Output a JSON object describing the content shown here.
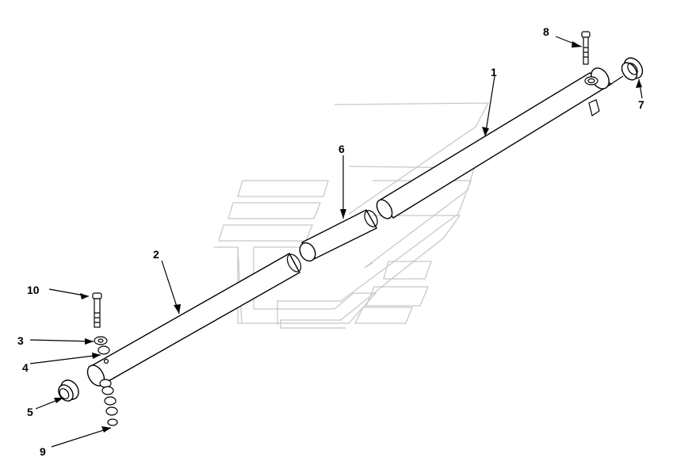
{
  "callouts": [
    {
      "id": "1",
      "label": "1"
    },
    {
      "id": "2",
      "label": "2"
    },
    {
      "id": "3",
      "label": "3"
    },
    {
      "id": "4",
      "label": "4"
    },
    {
      "id": "5",
      "label": "5"
    },
    {
      "id": "6",
      "label": "6"
    },
    {
      "id": "7",
      "label": "7"
    },
    {
      "id": "8",
      "label": "8"
    },
    {
      "id": "9",
      "label": "9"
    },
    {
      "id": "10",
      "label": "10"
    }
  ],
  "colors": {
    "line": "#000000",
    "watermark": "#c8c8c8",
    "background": "#ffffff"
  }
}
